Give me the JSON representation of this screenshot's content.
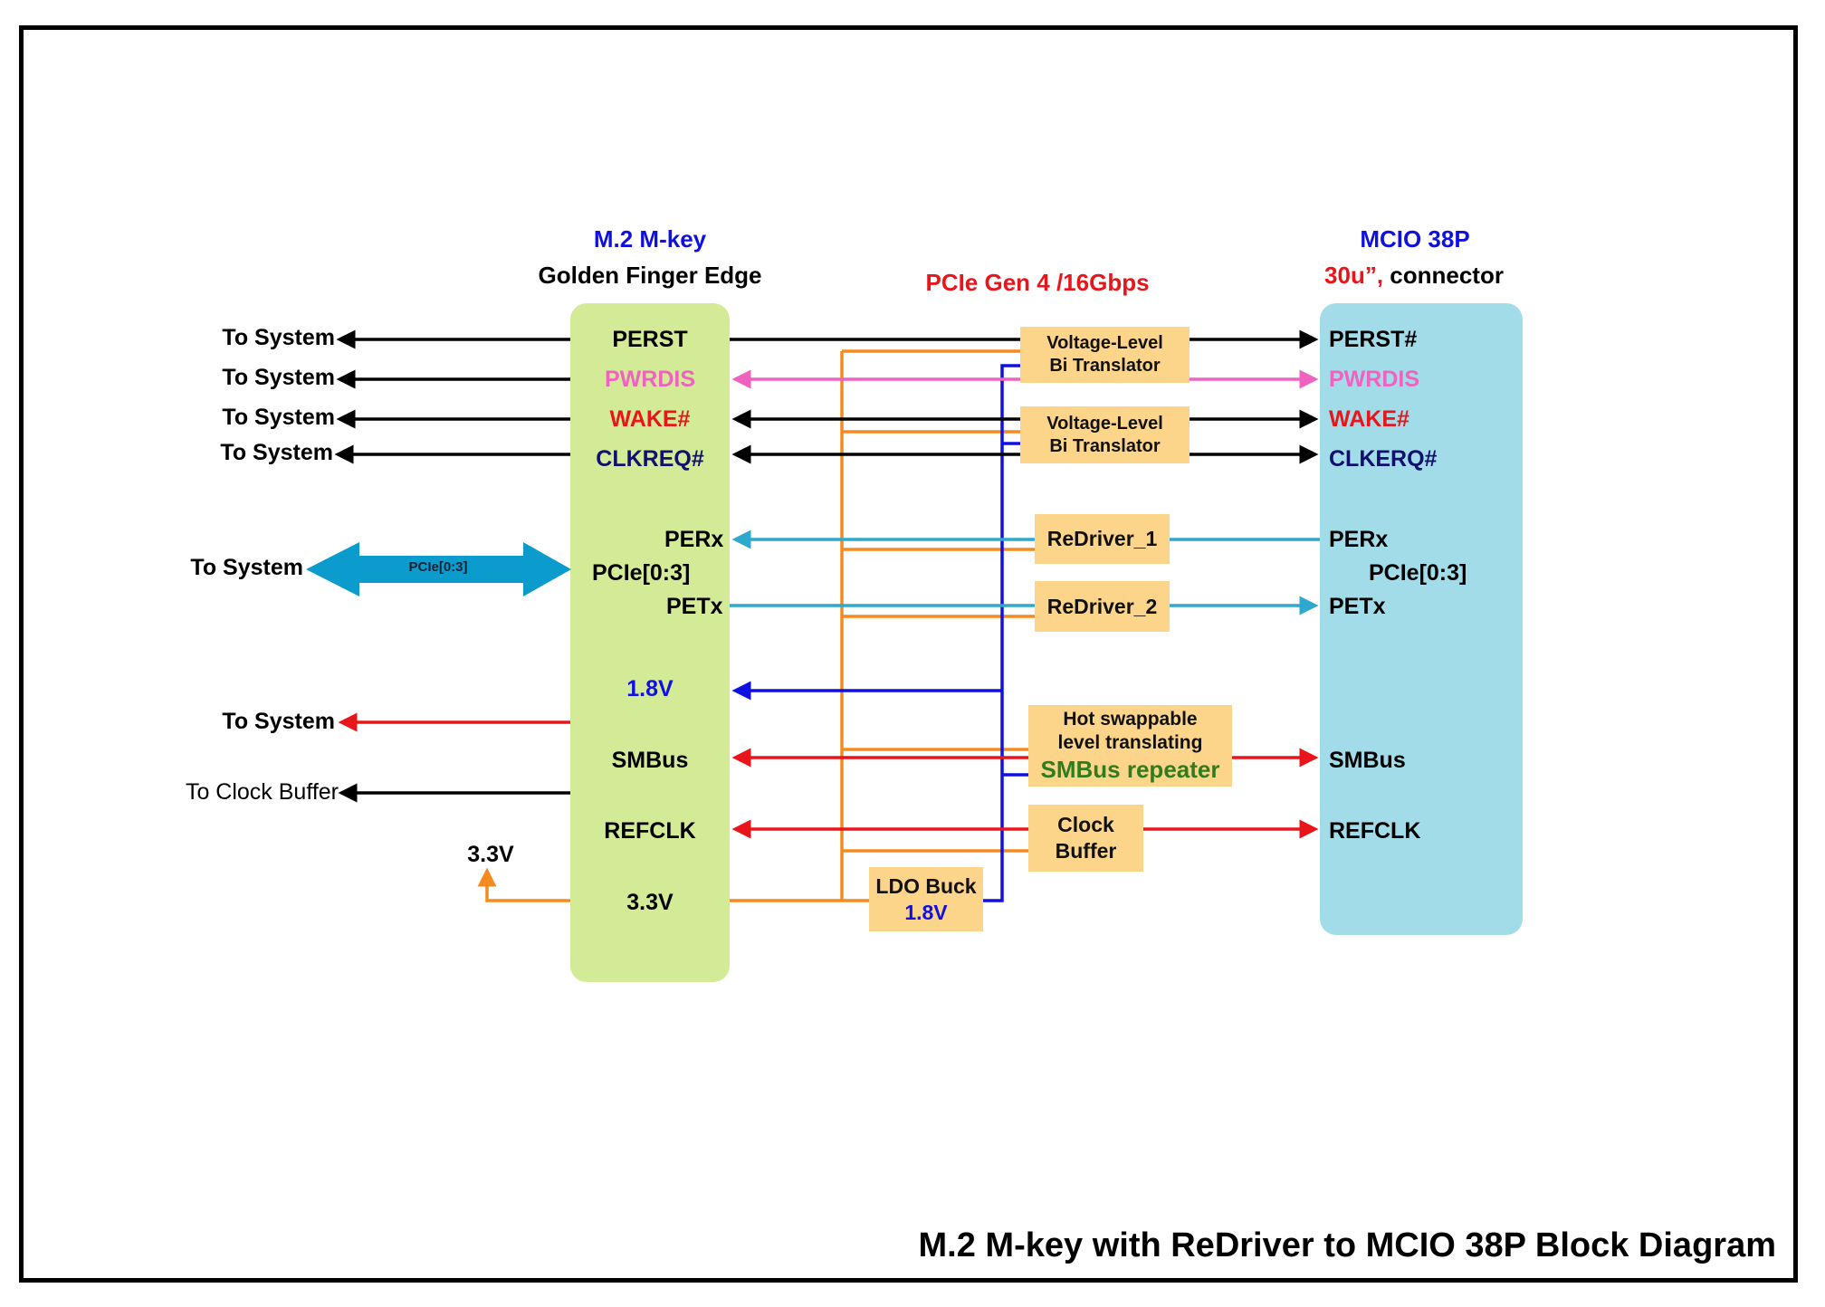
{
  "diagram_title": "M.2 M-key with ReDriver to MCIO 38P Block Diagram",
  "colors": {
    "black": "#000000",
    "pink": "#f062c0",
    "red": "#e8151b",
    "navy": "#10106e",
    "cyan": "#2ea8cc",
    "blue": "#1010e0",
    "orange": "#f58a1f",
    "green": "#2e7d1e",
    "m2_panel": "#d3eb97",
    "mcio_panel": "#a3dce9",
    "box_fill": "#fdd58a",
    "pcie_arrow": "#0b9bcc"
  },
  "m2": {
    "header_line1": "M.2 M-key",
    "header_line2": "Golden Finger Edge",
    "pins": {
      "perst": "PERST",
      "pwrdis": "PWRDIS",
      "wake": "WAKE#",
      "clkreq": "CLKREQ#",
      "perx": "PERx",
      "pcie": "PCIe[0:3]",
      "petx": "PETx",
      "v18": "1.8V",
      "smbus": "SMBus",
      "refclk": "REFCLK",
      "v33": "3.3V"
    }
  },
  "mcio": {
    "header_line1": "MCIO 38P",
    "header_line2_red": "30u”,",
    "header_line2_black": " connector",
    "pins": {
      "perst": "PERST#",
      "pwrdis": "PWRDIS",
      "wake": "WAKE#",
      "clkreq": "CLKERQ#",
      "perx": "PERx",
      "pcie": "PCIe[0:3]",
      "petx": "PETx",
      "smbus": "SMBus",
      "refclk": "REFCLK"
    }
  },
  "link_speed": "PCIe Gen 4 /16Gbps",
  "blocks": {
    "vlt1": {
      "line1": "Voltage-Level",
      "line2": "Bi Translator"
    },
    "vlt2": {
      "line1": "Voltage-Level",
      "line2": "Bi Translator"
    },
    "redriver1": "ReDriver_1",
    "redriver2": "ReDriver_2",
    "smbus_rep": {
      "line1": "Hot swappable",
      "line2": "level translating",
      "line3": "SMBus repeater"
    },
    "clock_buffer": {
      "line1": "Clock",
      "line2": "Buffer"
    },
    "ldo": {
      "line1": "LDO Buck",
      "line2": "1.8V"
    }
  },
  "left": {
    "to_system_perst": "To System",
    "to_system_pwrdis": "To System",
    "to_system_wake": "To System",
    "to_system_clkreq": "To System",
    "to_system_pcie": "To System",
    "pcie_arrow_label": "PCIe[0:3]",
    "to_system_smbus": "To System",
    "to_clock_buffer": "To Clock Buffer",
    "v33": "3.3V"
  }
}
